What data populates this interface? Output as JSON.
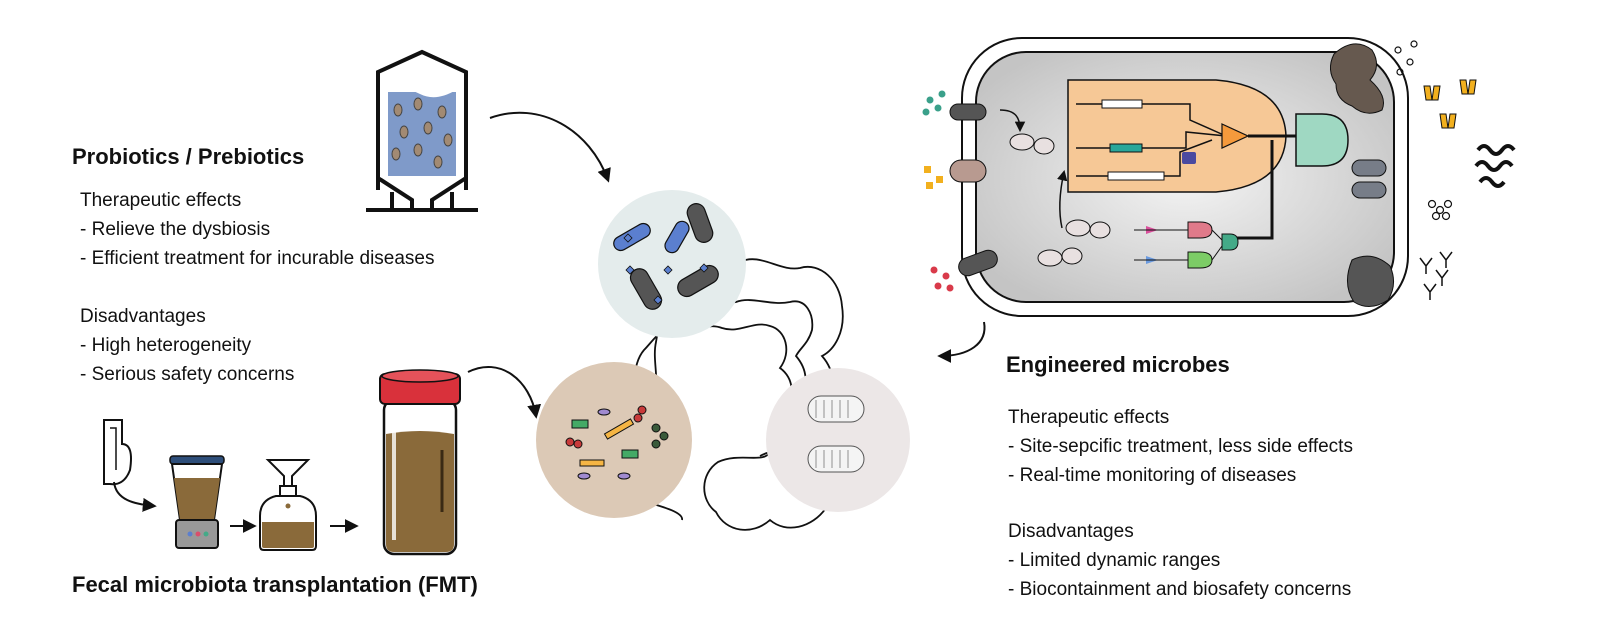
{
  "probiotics": {
    "title": "Probiotics / Prebiotics",
    "effects_heading": "Therapeutic effects",
    "effects": [
      "- Relieve the dysbiosis",
      "- Efficient treatment for incurable diseases"
    ],
    "disadv_heading": "Disadvantages",
    "disadv": [
      "- High heterogeneity",
      "- Serious safety concerns"
    ]
  },
  "fmt": {
    "title": "Fecal microbiota transplantation (FMT)"
  },
  "engineered": {
    "title": "Engineered microbes",
    "effects_heading": "Therapeutic effects",
    "effects": [
      "- Site-sepcific treatment, less side effects",
      "- Real-time monitoring of diseases"
    ],
    "disadv_heading": "Disadvantages",
    "disadv": [
      "- Limited dynamic ranges",
      "- Biocontainment and biosafety concerns"
    ]
  },
  "colors": {
    "bacteria": "#555555",
    "circuit_bg": "#f6c896",
    "and_gate": "#9fd8c2",
    "membrane": "#b8b8b8",
    "stool": "#8a6a3a",
    "jar_lid": "#d9313b",
    "silo_fill": "#7f9ac9"
  }
}
